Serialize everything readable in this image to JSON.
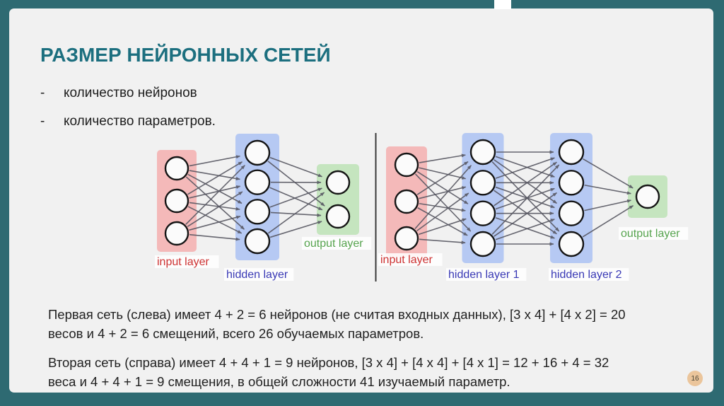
{
  "page": {
    "background_color": "#2e6a72",
    "panel_color": "#f1f1f1",
    "badge": {
      "number": "16",
      "color": "#ebc59b"
    }
  },
  "title": "РАЗМЕР НЕЙРОННЫХ СЕТЕЙ",
  "title_color": "#1c6f7f",
  "bullets": [
    {
      "dash": "-",
      "text": "количество нейронов"
    },
    {
      "dash": "-",
      "text": "количество параметров."
    }
  ],
  "diagram": {
    "edge_color": "#575762",
    "node_fill": "#fbfbfb",
    "node_stroke": "#141414",
    "divider_color": "#3a3a3a",
    "networks": [
      {
        "name": "network-left",
        "layers": [
          {
            "label": "input layer",
            "nodes": 3,
            "box_color": "#f4b9b9",
            "label_color": "#ce3333"
          },
          {
            "label": "hidden layer",
            "nodes": 4,
            "box_color": "#b6c9f3",
            "label_color": "#3939b5"
          },
          {
            "label": "output layer",
            "nodes": 2,
            "box_color": "#c5e5bf",
            "label_color": "#57a44f"
          }
        ]
      },
      {
        "name": "network-right",
        "layers": [
          {
            "label": "input layer",
            "nodes": 3,
            "box_color": "#f4b9b9",
            "label_color": "#ce3333"
          },
          {
            "label": "hidden layer 1",
            "nodes": 4,
            "box_color": "#b6c9f3",
            "label_color": "#3939b5"
          },
          {
            "label": "hidden layer 2",
            "nodes": 4,
            "box_color": "#b6c9f3",
            "label_color": "#3939b5"
          },
          {
            "label": "output layer",
            "nodes": 1,
            "box_color": "#c5e5bf",
            "label_color": "#57a44f"
          }
        ]
      }
    ]
  },
  "body": {
    "p1": [
      "Первая сеть (слева) имеет 4 + 2 = 6 нейронов (не считая входных данных), [3 x 4] + [4 x 2] = 20",
      "весов и 4 + 2 = 6 смещений, всего 26 обучаемых параметров."
    ],
    "p2": [
      "Вторая сеть (справа) имеет 4 + 4 + 1 = 9 нейронов, [3 x 4] + [4 x 4] + [4 x 1] = 12 + 16 + 4 = 32",
      "веса и 4 + 4 + 1 = 9 смещения, в общей сложности 41 изучаемый параметр."
    ]
  }
}
